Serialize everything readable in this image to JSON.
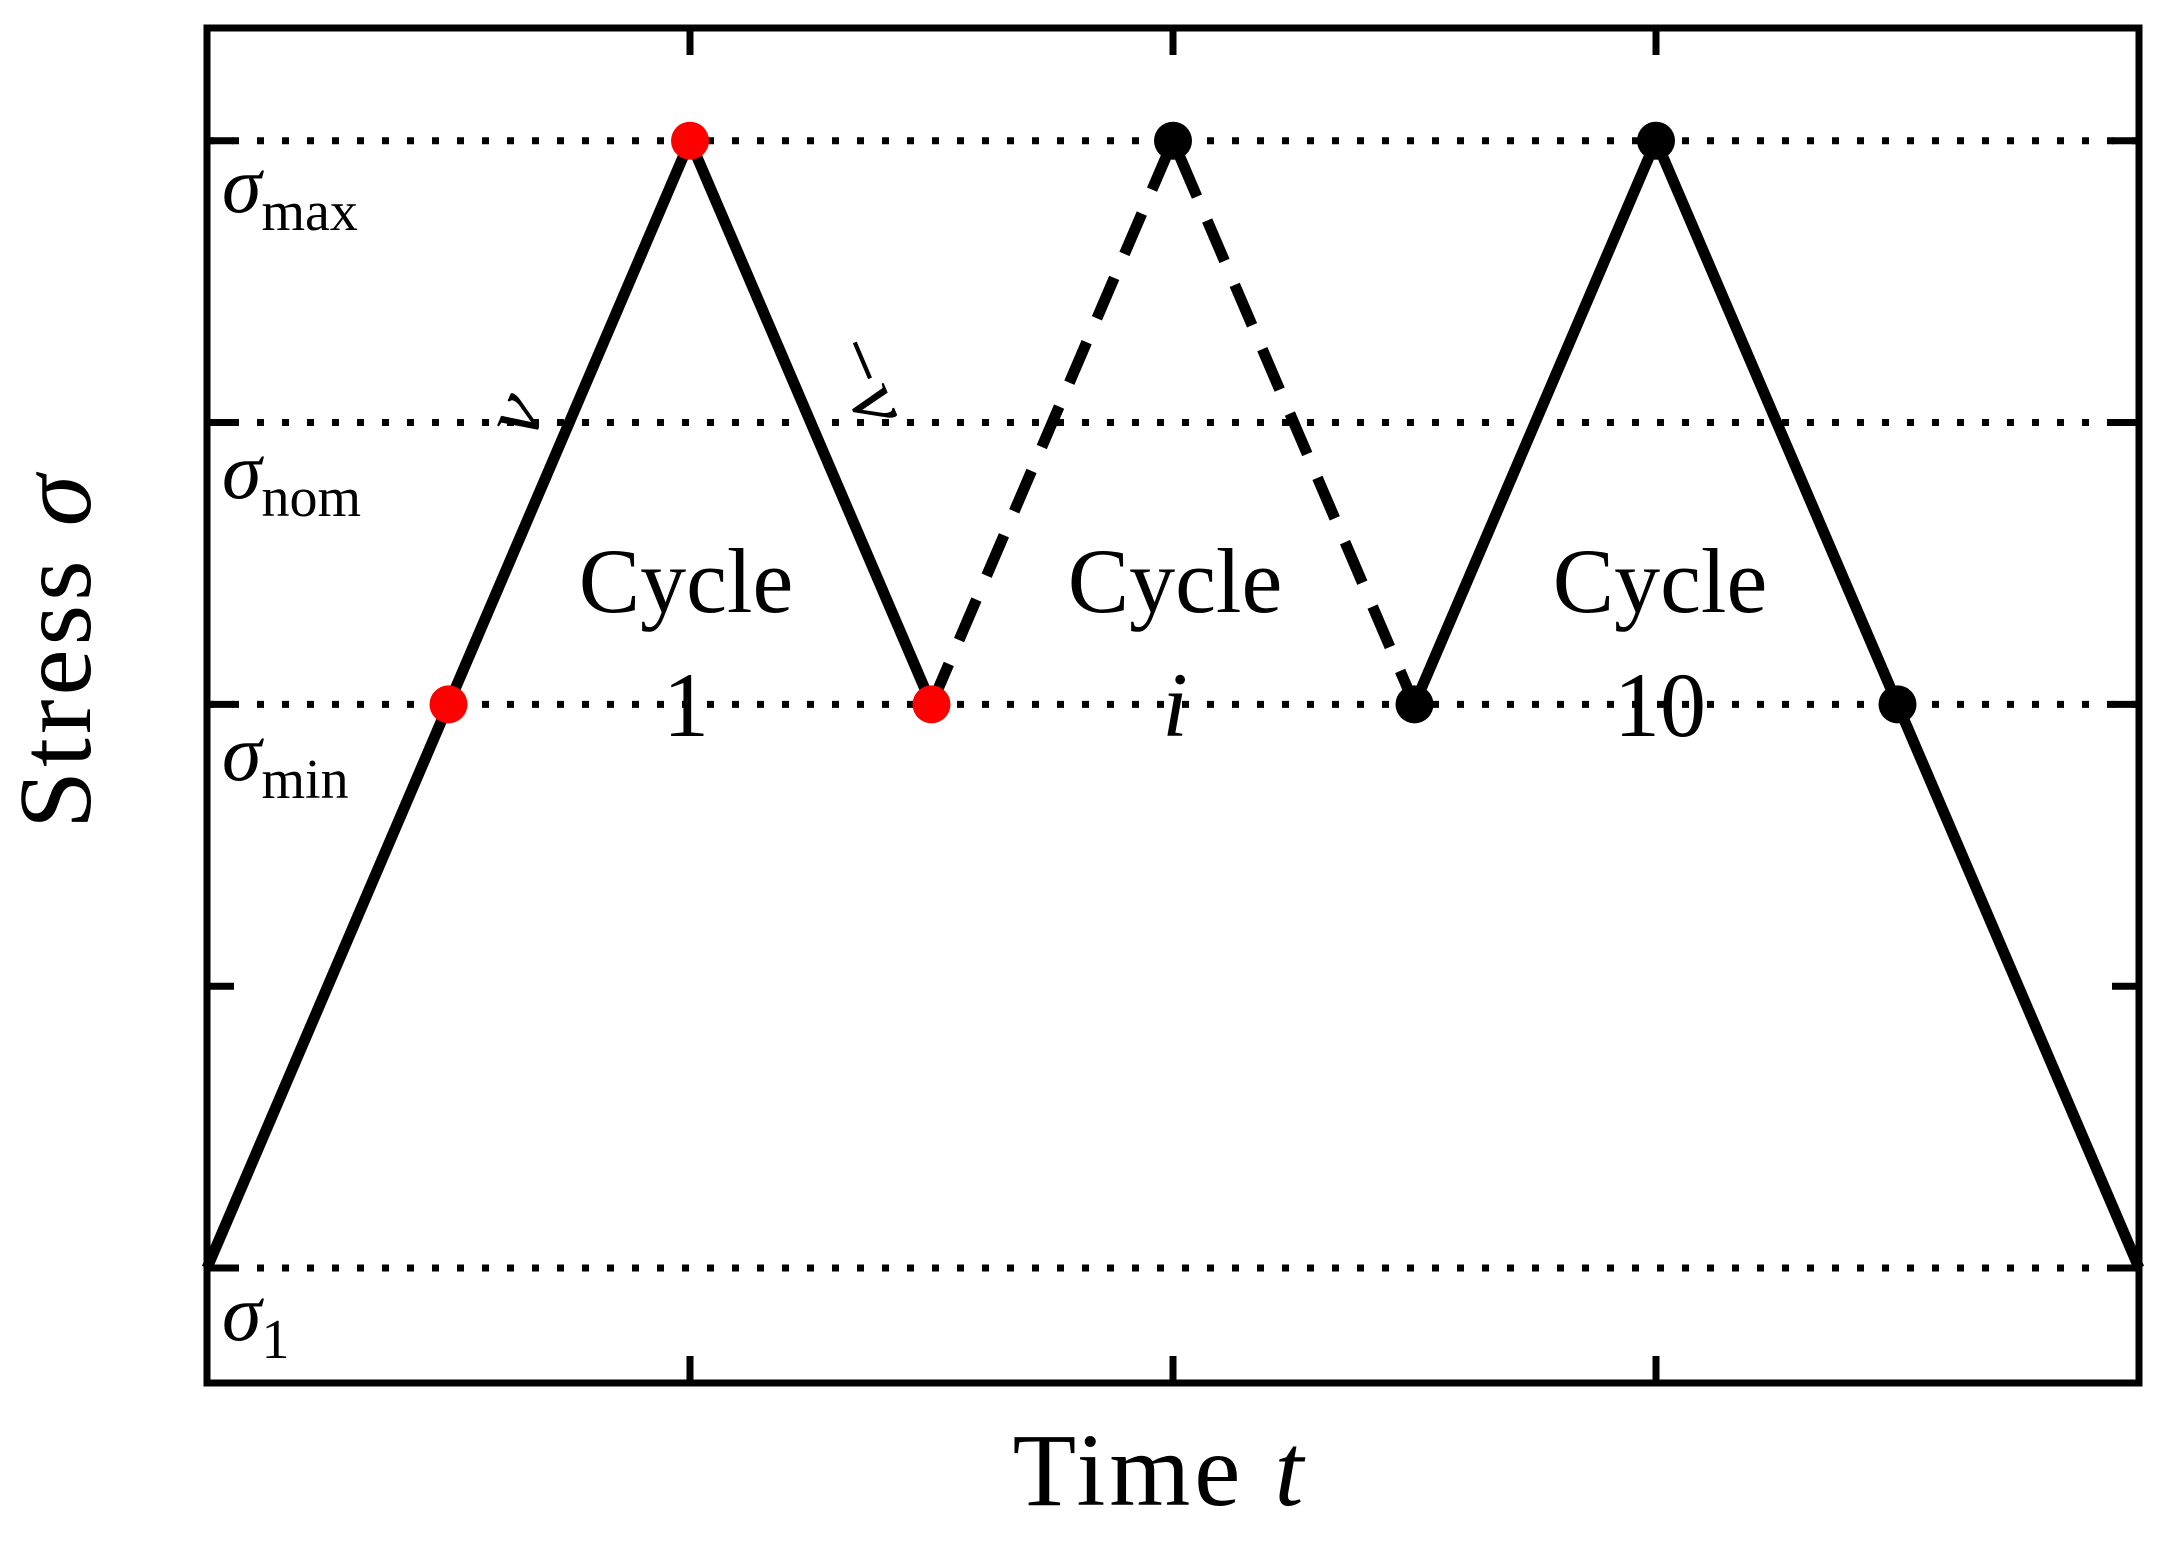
{
  "figure": {
    "background": "#ffffff",
    "red": "#ff0000",
    "black": "#000000"
  },
  "axis": {
    "x_label": {
      "word": "Time",
      "symbol": "t"
    },
    "y_label": {
      "word": "Stress",
      "symbol": "σ"
    }
  },
  "levels": [
    {
      "base": "σ",
      "sub": "max"
    },
    {
      "base": "σ",
      "sub": "nom"
    },
    {
      "base": "σ",
      "sub": "min"
    },
    {
      "base": "σ",
      "sub": "1"
    }
  ],
  "cycles": [
    {
      "word": "Cycle",
      "number": "1",
      "color": "#ff0000",
      "x": 0.25
    },
    {
      "word": "Cycle",
      "number": "i",
      "color": "#000000",
      "x": 0.5
    },
    {
      "word": "Cycle",
      "number": "10",
      "color": "#000000",
      "x": 0.75
    }
  ],
  "slopes": [
    {
      "text": "v",
      "rotation_deg": -67,
      "on": "rising slope of cycle 1"
    },
    {
      "text": "−v",
      "rotation_deg": 67,
      "on": "falling slope of cycle 1"
    }
  ],
  "chart_data": {
    "type": "line",
    "title": "",
    "xlabel": "Time t",
    "ylabel": "Stress σ",
    "x_axis": {
      "range": [
        0,
        1
      ],
      "ticks": [
        0.25,
        0.5,
        0.75
      ],
      "tick_labels": [
        "",
        "",
        ""
      ]
    },
    "y_axis": {
      "range": [
        -0.102,
        1.1
      ],
      "ticks": [
        1.0,
        0.75,
        0.5,
        0.25,
        0.0
      ],
      "tick_labels": [
        "σ_max",
        "σ_nom",
        "σ_min",
        "",
        "σ_1"
      ]
    },
    "gridlines_y": [
      {
        "name": "sigma-max",
        "label": "σ_max",
        "level": 1.0
      },
      {
        "name": "sigma-nom",
        "label": "σ_nom",
        "level": 0.75
      },
      {
        "name": "sigma-min",
        "label": "σ_min",
        "level": 0.5
      },
      {
        "name": "sigma-1",
        "label": "σ_1",
        "level": 0.0
      }
    ],
    "grid_style": "dotted horizontal lines at labeled stress levels",
    "legend": "none",
    "series": [
      {
        "name": "cycle-1-path",
        "style": "solid",
        "color": "#000000",
        "points": [
          [
            0,
            0
          ],
          [
            0.25,
            1
          ],
          [
            0.375,
            0.5
          ]
        ]
      },
      {
        "name": "cycle-i-path",
        "style": "dashed",
        "color": "#000000",
        "points": [
          [
            0.375,
            0.5
          ],
          [
            0.5,
            1
          ],
          [
            0.625,
            0.5
          ]
        ]
      },
      {
        "name": "cycle-10-path",
        "style": "solid",
        "color": "#000000",
        "points": [
          [
            0.625,
            0.5
          ],
          [
            0.75,
            1
          ],
          [
            1,
            0
          ]
        ]
      }
    ],
    "markers": [
      {
        "name": "cycle-1-points",
        "color": "#ff0000",
        "points": [
          [
            0.125,
            0.5
          ],
          [
            0.25,
            1
          ],
          [
            0.375,
            0.5
          ]
        ]
      },
      {
        "name": "later-cycle-points",
        "color": "#000000",
        "points": [
          [
            0.5,
            1
          ],
          [
            0.625,
            0.5
          ],
          [
            0.75,
            1
          ],
          [
            0.875,
            0.5
          ]
        ]
      }
    ],
    "annotations": [
      {
        "text": "Cycle 1",
        "x": 0.25,
        "color": "#ff0000"
      },
      {
        "text": "Cycle i",
        "x": 0.5,
        "color": "#000000"
      },
      {
        "text": "Cycle 10",
        "x": 0.75,
        "color": "#000000"
      },
      {
        "text": "v",
        "on": "rising slope of cycle 1"
      },
      {
        "text": "−v",
        "on": "falling slope of cycle 1"
      }
    ]
  }
}
